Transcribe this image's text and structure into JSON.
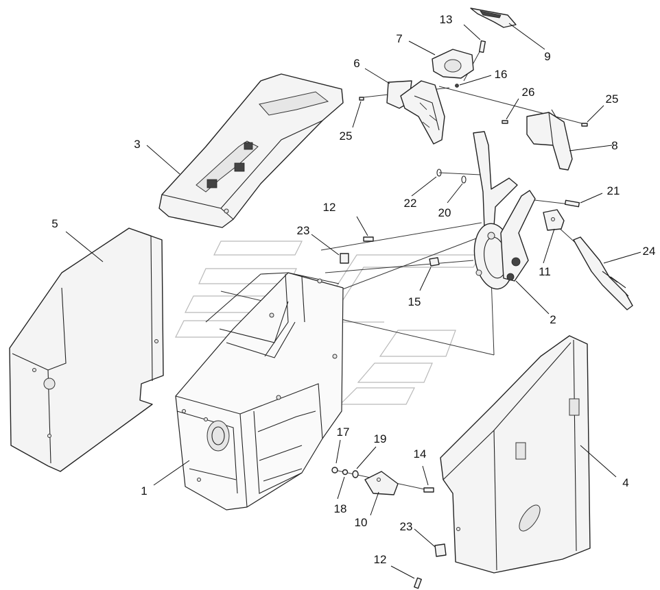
{
  "callouts": [
    {
      "id": "c1",
      "text": "1"
    },
    {
      "id": "c2",
      "text": "2"
    },
    {
      "id": "c3",
      "text": "3"
    },
    {
      "id": "c4",
      "text": "4"
    },
    {
      "id": "c5",
      "text": "5"
    },
    {
      "id": "c6",
      "text": "6"
    },
    {
      "id": "c7",
      "text": "7"
    },
    {
      "id": "c8",
      "text": "8"
    },
    {
      "id": "c9",
      "text": "9"
    },
    {
      "id": "c10",
      "text": "10"
    },
    {
      "id": "c11",
      "text": "11"
    },
    {
      "id": "c12a",
      "text": "12"
    },
    {
      "id": "c12b",
      "text": "12"
    },
    {
      "id": "c13",
      "text": "13"
    },
    {
      "id": "c14",
      "text": "14"
    },
    {
      "id": "c15",
      "text": "15"
    },
    {
      "id": "c16",
      "text": "16"
    },
    {
      "id": "c17",
      "text": "17"
    },
    {
      "id": "c18",
      "text": "18"
    },
    {
      "id": "c19",
      "text": "19"
    },
    {
      "id": "c20",
      "text": "20"
    },
    {
      "id": "c21",
      "text": "21"
    },
    {
      "id": "c22",
      "text": "22"
    },
    {
      "id": "c23a",
      "text": "23"
    },
    {
      "id": "c23b",
      "text": "23"
    },
    {
      "id": "c24",
      "text": "24"
    },
    {
      "id": "c25a",
      "text": "25"
    },
    {
      "id": "c25b",
      "text": "25"
    },
    {
      "id": "c26",
      "text": "26"
    }
  ]
}
